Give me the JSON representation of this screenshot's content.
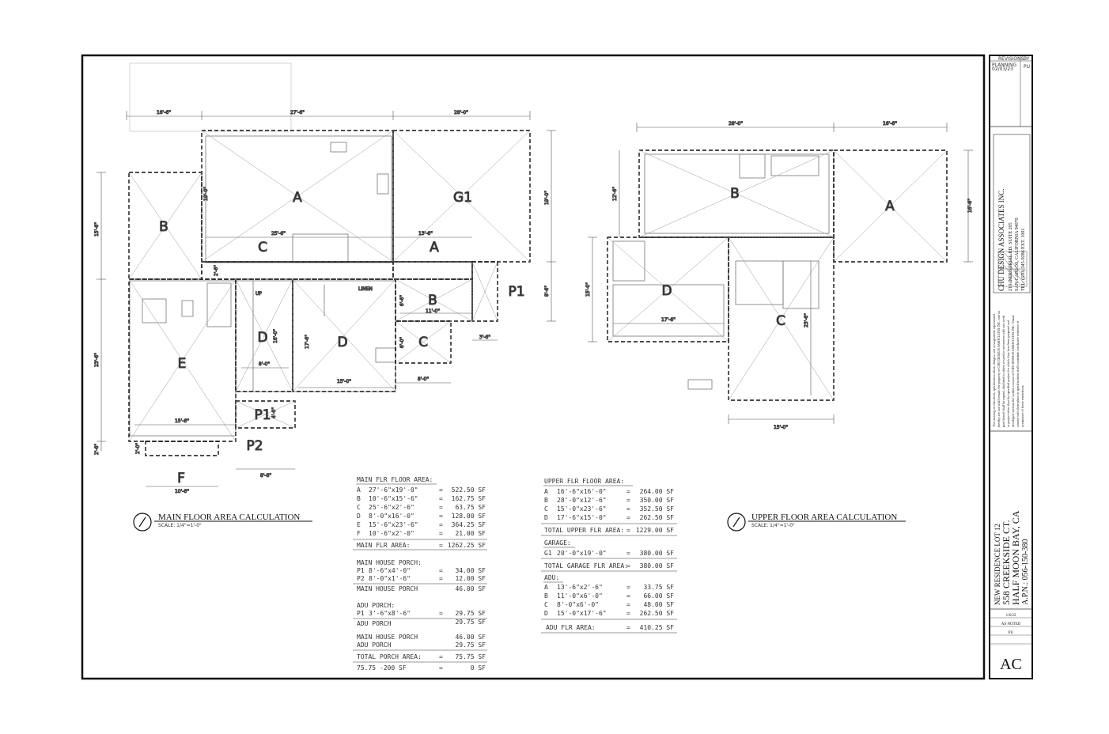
{
  "plans": {
    "main": {
      "title": "MAIN FLOOR AREA CALCULATION",
      "scale": "SCALE: 1/4\"=1'-0\"",
      "areas": {
        "A": "A",
        "A2": "A",
        "G1": "G1",
        "B": "B",
        "C": "C",
        "D": "D",
        "D2": "D",
        "E": "E",
        "F": "F",
        "B2": "B",
        "C2": "C",
        "P1": "P1",
        "P1b": "P1",
        "P2": "P2"
      },
      "dims": {
        "top1": "16'-6\"",
        "top2": "27'-6\"",
        "top3": "28'-0\"",
        "c_in": "25'-6\"",
        "a_in": "13'-6\"",
        "left1": "15'-6\"",
        "left2": "23'-6\"",
        "left3": "2'-6\"",
        "right1": "19'-0\"",
        "right2": "8'-6\"",
        "a_v": "19'-0\"",
        "x2": "2'-6\"",
        "d1": "8'-0\"",
        "d1v": "16'-0\"",
        "d2": "15'-0\"",
        "d2v": "17'-6\"",
        "e_b": "15'-6\"",
        "b_h": "11'-0\"",
        "b_v": "6'-6\"",
        "c_h": "8'-0\"",
        "c_v": "6'-0\"",
        "p1r": "3'-6\"",
        "p1v": "4'-0\"",
        "p2h": "8'-6\"",
        "f_h": "10'-6\"",
        "fv": "2'-0\""
      },
      "labels": {
        "linen": "LINEN",
        "up": "UP"
      }
    },
    "upper": {
      "title": "UPPER FLOOR AREA CALCULATION",
      "scale": "SCALE: 1/4\"=1'-0\"",
      "areas": {
        "A": "A",
        "B": "B",
        "C": "C",
        "D": "D"
      },
      "dims": {
        "top1": "28'-0\"",
        "top2": "16'-6\"",
        "b_v": "12'-6\"",
        "a_v": "16'-6\"",
        "d_v": "15'-0\"",
        "d_h": "17'-6\"",
        "c_v": "23'-6\"",
        "c_h": "15'-0\""
      }
    }
  },
  "tables": {
    "main": {
      "title": "MAIN FLR FLOOR AREA:",
      "rows": [
        {
          "k": "A",
          "dim": "27'-6\"x19'-0\"",
          "v": "522.50 SF"
        },
        {
          "k": "B",
          "dim": "10'-6\"x15'-6\"",
          "v": "162.75 SF"
        },
        {
          "k": "C",
          "dim": "25'-6\"x2'-6\"",
          "v": "63.75 SF"
        },
        {
          "k": "D",
          "dim": "8'-0\"x16'-0\"",
          "v": "128.00 SF"
        },
        {
          "k": "E",
          "dim": "15'-6\"x23'-6\"",
          "v": "364.25 SF"
        },
        {
          "k": "F",
          "dim": "10'-6\"x2'-0\"",
          "v": "21.00 SF"
        }
      ],
      "total_label": "MAIN FLR AREA:",
      "total": "1262.25 SF",
      "porch_title": "MAIN HOUSE PORCH:",
      "porch_rows": [
        {
          "k": "P1",
          "dim": "8'-6\"x4'-0\"",
          "v": "34.00 SF"
        },
        {
          "k": "P2",
          "dim": "8'-0\"x1'-6\"",
          "v": "12.00 SF"
        }
      ],
      "porch_total_label": "MAIN HOUSE PORCH",
      "porch_total": "46.00 SF",
      "adu_porch_title": "ADU PORCH:",
      "adu_porch_rows": [
        {
          "k": "P1",
          "dim": "3'-6\"x8'-6\"",
          "v": "29.75 SF"
        }
      ],
      "adu_porch_total_label": "ADU PORCH",
      "adu_porch_total": "29.75 SF",
      "sum_rows": [
        {
          "k": "MAIN HOUSE PORCH",
          "v": "46.00 SF"
        },
        {
          "k": "ADU PORCH",
          "v": "29.75 SF"
        }
      ],
      "total_porch_label": "TOTAL PORCH AREA:",
      "total_porch": "75.75 SF",
      "final_label": "75.75 -200 SF",
      "final": "0 SF"
    },
    "upper": {
      "title": "UPPER FLR FLOOR AREA:",
      "rows": [
        {
          "k": "A",
          "dim": "16'-6\"x16'-0\"",
          "v": "264.00 SF"
        },
        {
          "k": "B",
          "dim": "28'-0\"x12'-6\"",
          "v": "350.00 SF"
        },
        {
          "k": "C",
          "dim": "15'-0\"x23'-6\"",
          "v": "352.50 SF"
        },
        {
          "k": "D",
          "dim": "17'-6\"x15'-0\"",
          "v": "262.50 SF"
        }
      ],
      "total_label": "TOTAL UPPER FLR AREA:",
      "total": "1229.00 SF",
      "garage_title": "GARAGE:",
      "garage_rows": [
        {
          "k": "G1",
          "dim": "20'-0\"x19'-0\"",
          "v": "380.00 SF"
        }
      ],
      "garage_total_label": "TOTAL GARAGE FLR AREA:",
      "garage_total": "380.00 SF",
      "adu_title": "ADU:",
      "adu_rows": [
        {
          "k": "A",
          "dim": "13'-6\"x2'-6\"",
          "v": "33.75 SF"
        },
        {
          "k": "B",
          "dim": "11'-0\"x6'-0\"",
          "v": "66.00 SF"
        },
        {
          "k": "C",
          "dim": "8'-0\"x6'-0\"",
          "v": "48.00 SF"
        },
        {
          "k": "D",
          "dim": "15'-0\"x17'-6\"",
          "v": "262.50 SF"
        }
      ],
      "adu_total_label": "ADU FLR AREA:",
      "adu_total": "410.25 SF"
    }
  },
  "title_block": {
    "revisions_label": "REVISIONS",
    "by_label": "BY",
    "rev_text": "PLANNING",
    "rev_date": "02/03/23",
    "rev_by": "PU",
    "firm": "CHU DESIGN ASSOCIATES INC.",
    "addr1": "210 INDUSTRIAL RD. SUITE 205",
    "addr2": "SAN CARLOS, CALIFORNIA 94070",
    "tel": "TEL: (650) 345-9286 EXT. 1001",
    "notice": [
      "The drawing on this sheet, specification ideas, designs, and arrangements represented",
      "thereby are and shall remain the property of CHU DESIGN ASSOCIATES INC. and no",
      "part thereof shall be copied, disclosed to others or used in connection with any work",
      "or project other than the specified project for which they have been prepared and",
      "developed without the written consent of CHU DESIGN ASSOCIATES INC. Visual",
      "contact with these plans or specifications shall constitute conclusive evidence of",
      "acceptance of these restrictions."
    ],
    "project1": "NEW RESIDENCE LOT 12",
    "project2": "558 CREEKSIDE CT.",
    "project3": "HALF MOON BAY, CA",
    "apn": "A.P.N.: 056-150-380",
    "date": "1/6/22",
    "scale": "AS NOTED",
    "drawn": "PU",
    "sheet": "AC"
  }
}
